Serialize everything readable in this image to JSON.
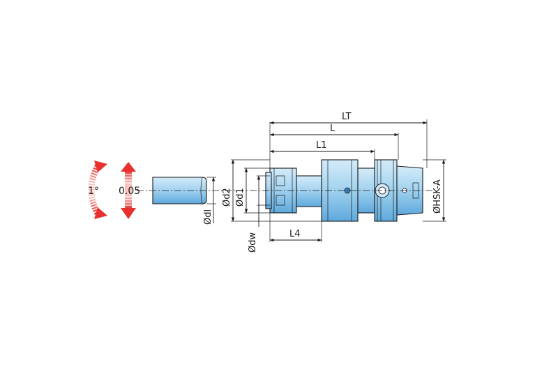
{
  "labels": {
    "lt": "LT",
    "l": "L",
    "l1": "L1",
    "l4": "L4",
    "d2": "Ød2",
    "d1": "Ød1",
    "dl": "Ødl",
    "dw": "Ødw",
    "hsk": "ØHSK-A",
    "angle": "1°",
    "runout": "0.05"
  },
  "colors": {
    "body": "#9fd0ee",
    "body_dark": "#5aa8dc",
    "arrow_red": "#e8302e",
    "arrow_fade": "#f6b9b3",
    "line": "#1a1a1a"
  }
}
